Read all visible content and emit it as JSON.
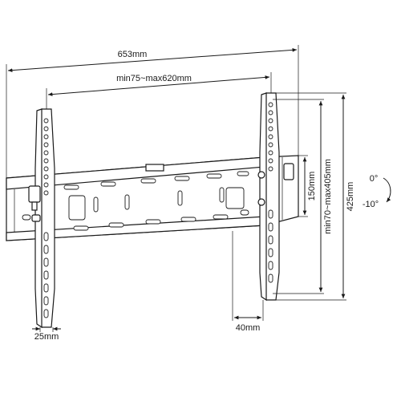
{
  "dimensions": {
    "overall_width": "653mm",
    "vesa_width": "min75~max620mm",
    "overall_height": "425mm",
    "vesa_height": "min70~max405mm",
    "wall_plate_height": "150mm",
    "arm_width": "25mm",
    "wall_distance": "40mm"
  },
  "tilt": {
    "upper": "0°",
    "lower": "-10°"
  },
  "colors": {
    "line": "#1a1a1a",
    "background": "#ffffff"
  }
}
